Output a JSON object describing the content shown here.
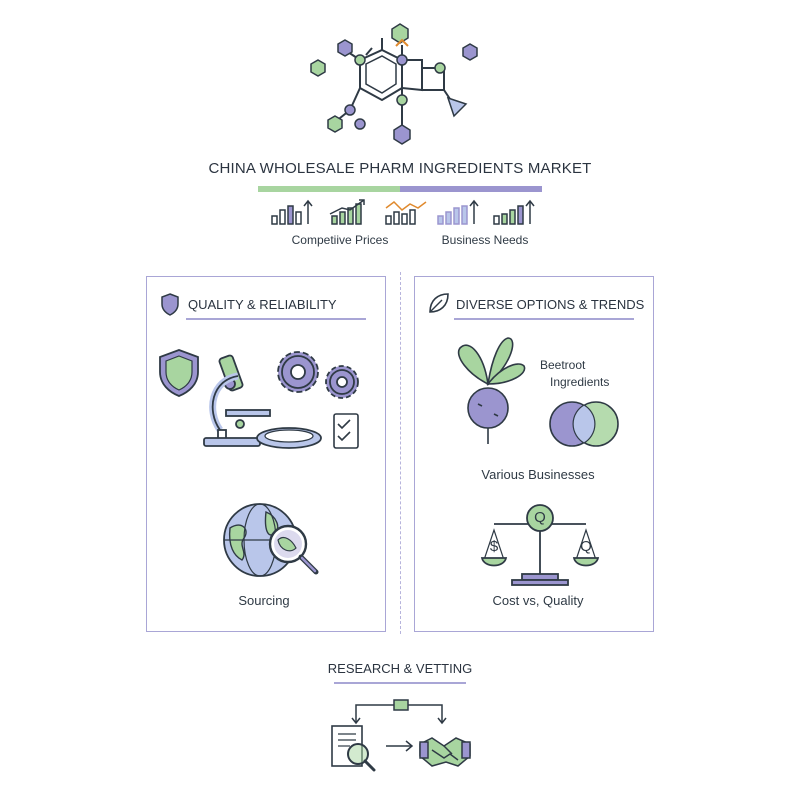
{
  "header": {
    "title": "CHINA WHOLESALE PHARM INGREDIENTS MARKET",
    "left_caption": "Competiive Prices",
    "right_caption": "Business Needs"
  },
  "left_panel": {
    "heading": "QUALITY & RELIABILITY",
    "sourcing_label": "Sourcing"
  },
  "right_panel": {
    "heading": "DIVERSE OPTIONS & TRENDS",
    "beetroot_label_line1": "Beetroot",
    "beetroot_label_line2": "Ingredients",
    "businesses_label": "Various Businesses",
    "scale_label": "Cost vs, Quality",
    "scale_left_symbol": "$",
    "scale_center_symbol": "Q",
    "scale_right_symbol": "Q"
  },
  "footer": {
    "heading": "RESEARCH & VETTING"
  },
  "colors": {
    "green": "#a8d5a0",
    "purple": "#9b95cf",
    "dark": "#2f3a45",
    "blue": "#b9c6ea"
  }
}
